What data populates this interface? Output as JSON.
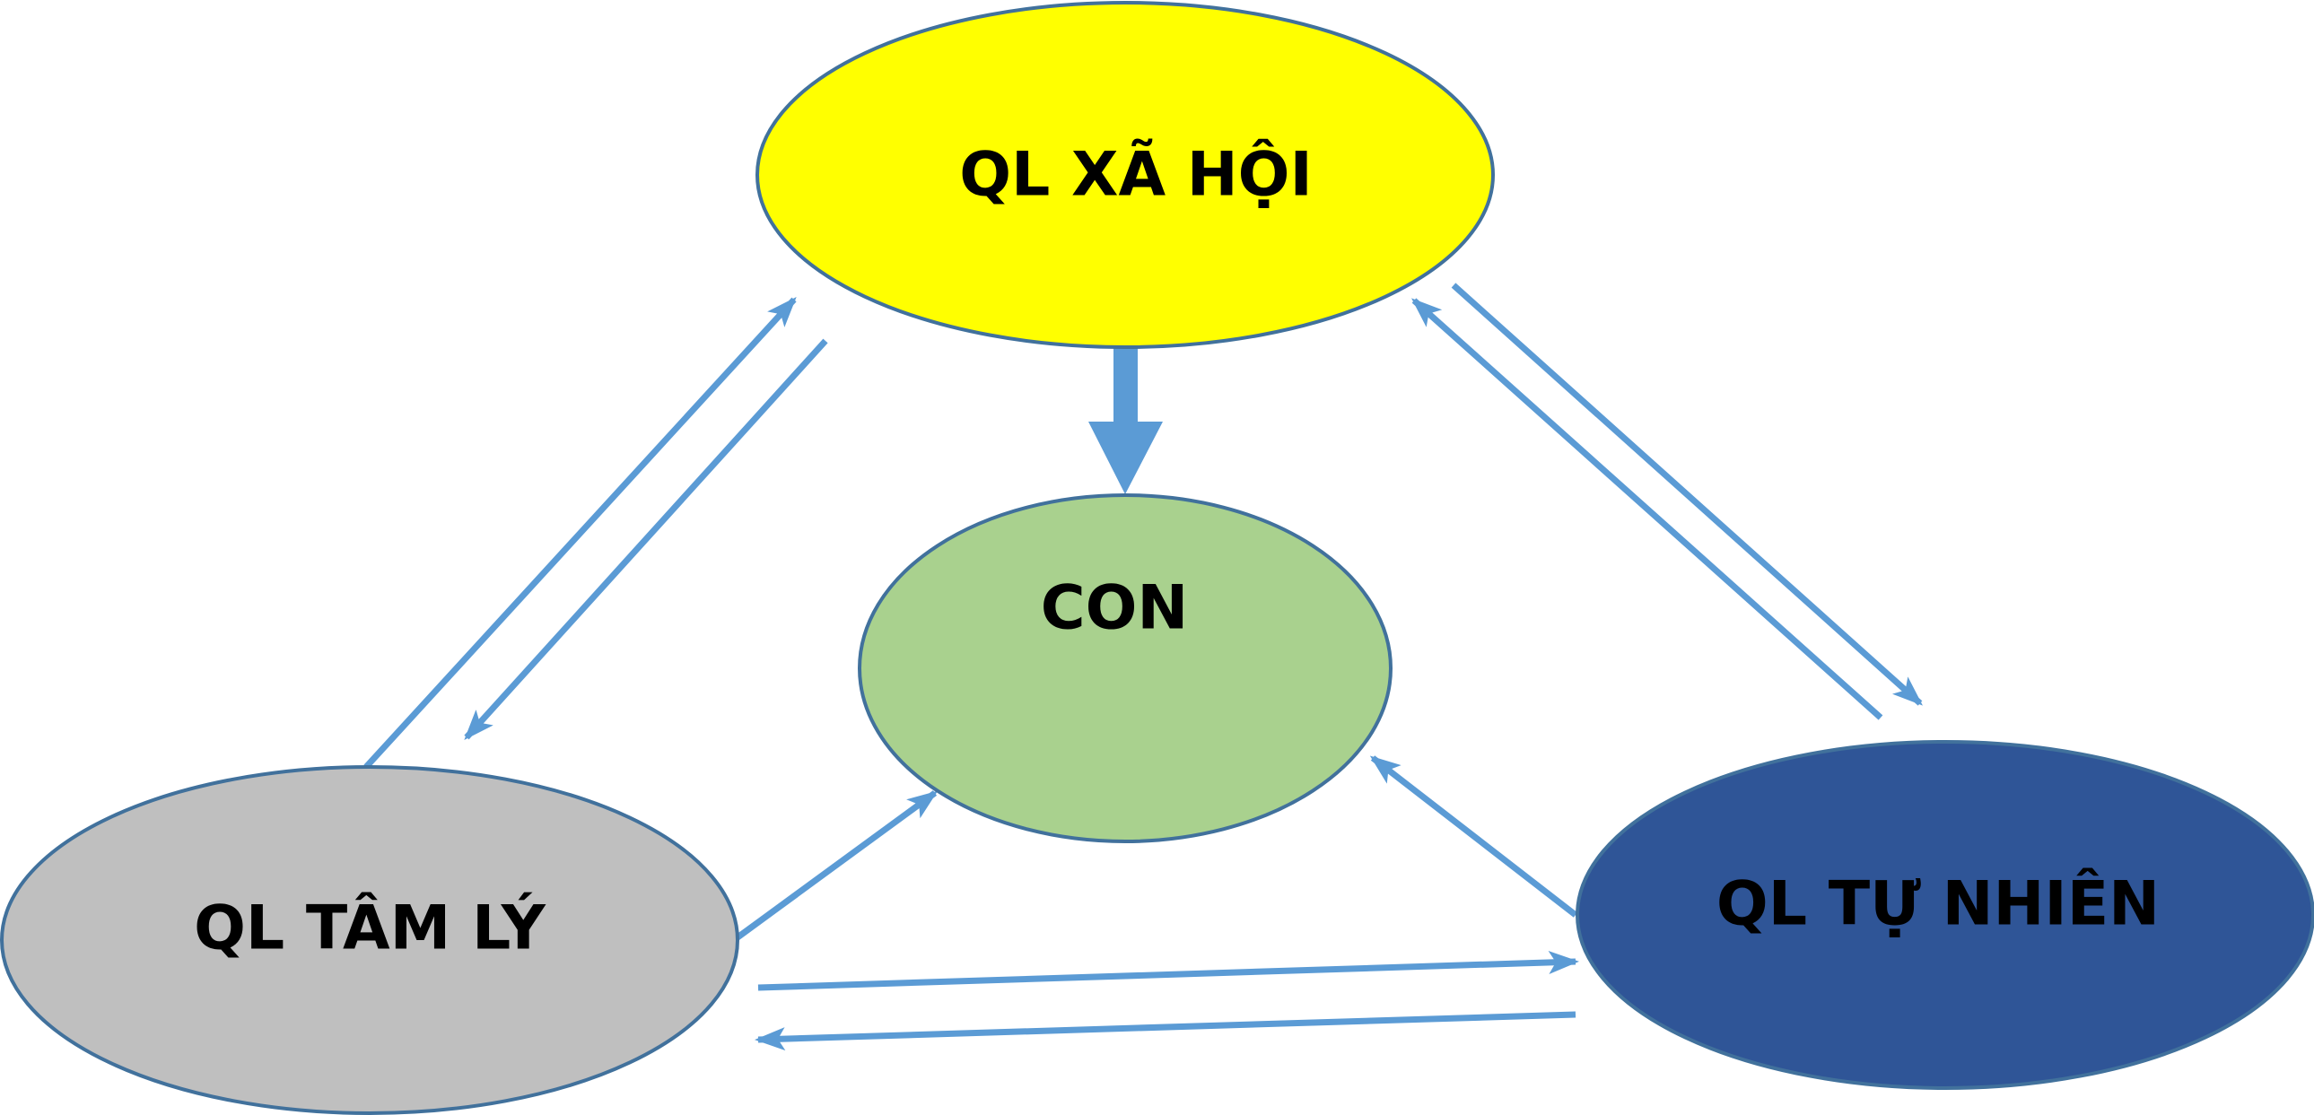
{
  "diagram": {
    "nodes": {
      "social": {
        "label": "QL XÃ HỘI",
        "fill": "#ffff00"
      },
      "child": {
        "label": "CON",
        "fill": "#a9d18e"
      },
      "psych": {
        "label": "QL TÂM LÝ",
        "fill": "#bfbfbf"
      },
      "nature": {
        "label": "QL TỰ NHIÊN",
        "fill": "#2f5597"
      }
    },
    "edges": [
      {
        "from": "social",
        "to": "child"
      },
      {
        "from": "psych",
        "to": "social"
      },
      {
        "from": "social",
        "to": "psych"
      },
      {
        "from": "social",
        "to": "nature"
      },
      {
        "from": "nature",
        "to": "social"
      },
      {
        "from": "psych",
        "to": "child"
      },
      {
        "from": "nature",
        "to": "child"
      },
      {
        "from": "psych",
        "to": "nature"
      },
      {
        "from": "nature",
        "to": "psych"
      }
    ],
    "colors": {
      "arrow": "#5b9bd5",
      "outline": "#41719c",
      "text": "#000000"
    }
  }
}
